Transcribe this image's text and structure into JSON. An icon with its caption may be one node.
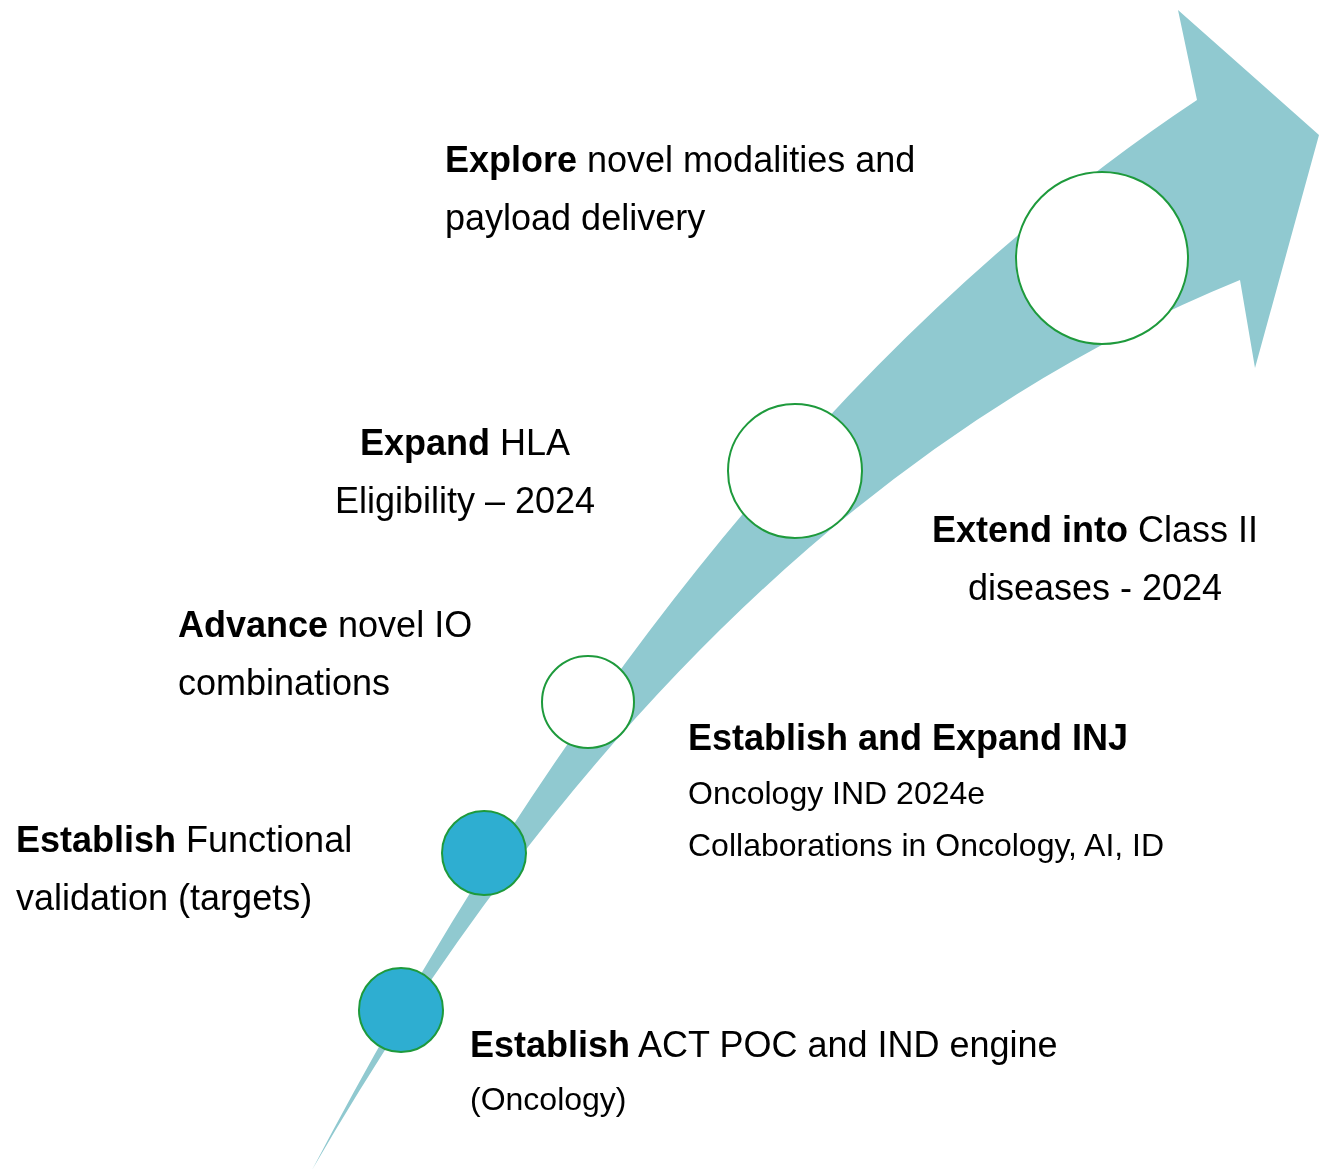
{
  "diagram": {
    "nodes": [
      {
        "text": [],
        "shape": "circle"
      },
      {
        "text": [],
        "shape": "circle"
      },
      {
        "text": [],
        "shape": "circle"
      },
      {
        "text": [],
        "shape": "circle"
      },
      {
        "text": [],
        "shape": "circle"
      }
    ],
    "labels": [
      "**Explore** novel modalities and payload delivery",
      "**Expand** HLA Eligibility – 2024",
      "**Extend into** Class II diseases - 2024",
      "**Advance** novel IO combinations",
      "Establish and Expand INJ",
      "Oncology IND 2024e",
      "Collaborations in Oncology, AI, ID",
      "**Establish** Functional validation (targets)",
      "**Establish** ACT POC and IND engine",
      "(Oncology)"
    ]
  }
}
